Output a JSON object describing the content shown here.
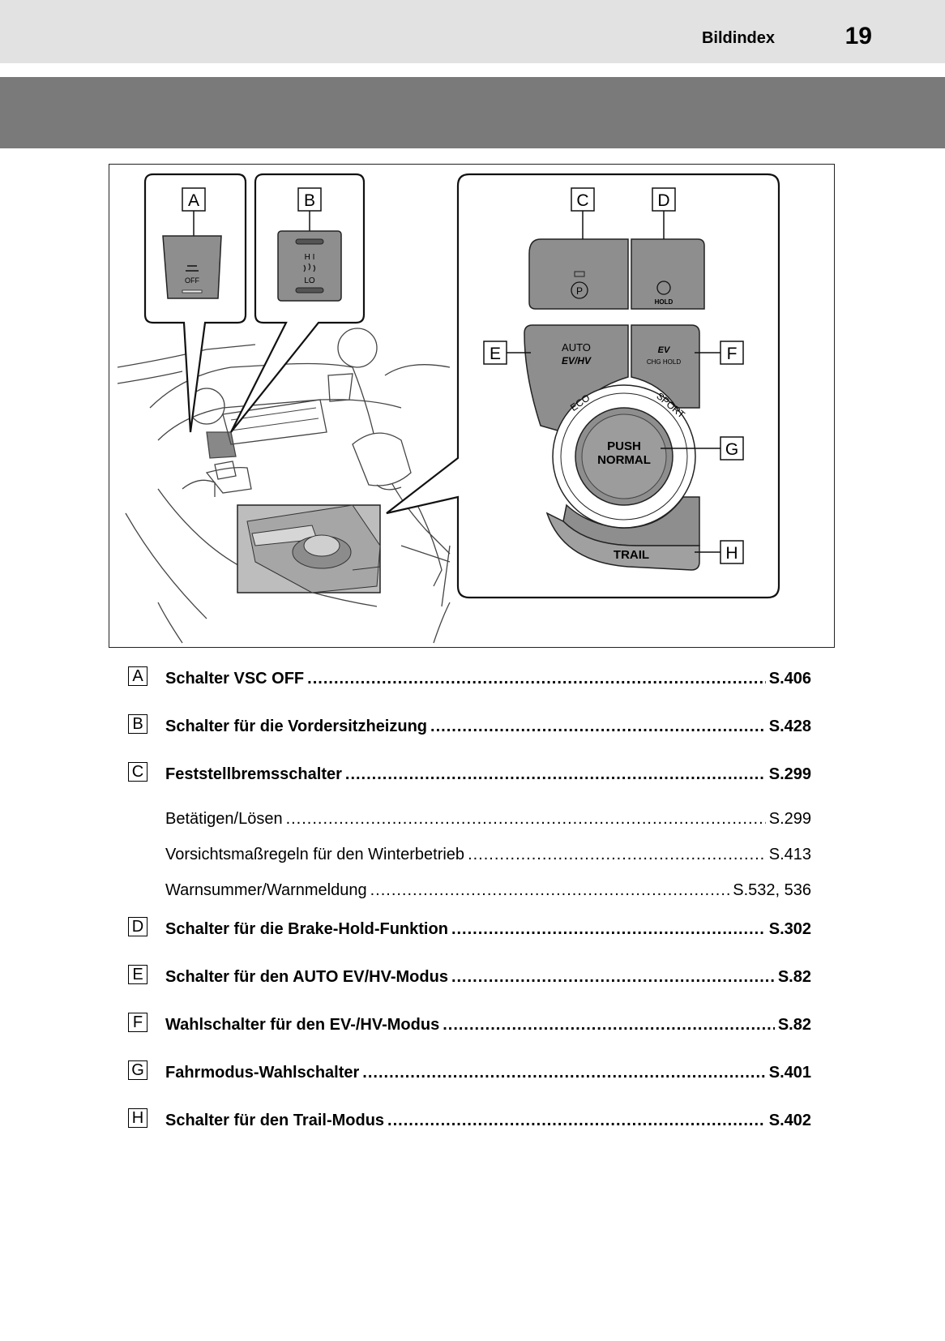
{
  "header": {
    "section_title": "Bildindex",
    "page_number": "19"
  },
  "figure": {
    "callouts": [
      "A",
      "B",
      "C",
      "D",
      "E",
      "F",
      "G",
      "H"
    ],
    "switch_labels": {
      "vsc_off": "OFF",
      "seat_heater_hi": "H I",
      "seat_heater_lo": "LO",
      "hold": "HOLD",
      "auto": "AUTO",
      "ev_hv": "EV/HV",
      "ev": "EV",
      "chg_hold": "CHG HOLD",
      "eco": "ECO",
      "sport": "SPORT",
      "push": "PUSH",
      "normal": "NORMAL",
      "trail": "TRAIL"
    }
  },
  "entries": [
    {
      "letter": "A",
      "label": "Schalter VSC OFF",
      "page": "S.406",
      "level": "main"
    },
    {
      "letter": "B",
      "label": "Schalter für die Vordersitzheizung",
      "page": "S.428",
      "level": "main"
    },
    {
      "letter": "C",
      "label": "Feststellbremsschalter",
      "page": "S.299",
      "level": "main"
    },
    {
      "letter": "",
      "label": "Betätigen/Lösen",
      "page": "S.299",
      "level": "sub"
    },
    {
      "letter": "",
      "label": "Vorsichtsmaßregeln für den Winterbetrieb",
      "page": "S.413",
      "level": "sub"
    },
    {
      "letter": "",
      "label": "Warnsummer/Warnmeldung",
      "page": "S.532, 536",
      "level": "sub"
    },
    {
      "letter": "D",
      "label": "Schalter für die Brake-Hold-Funktion",
      "page": "S.302",
      "level": "main"
    },
    {
      "letter": "E",
      "label": "Schalter für den AUTO EV/HV-Modus",
      "page": "S.82",
      "level": "main"
    },
    {
      "letter": "F",
      "label": "Wahlschalter für den EV-/HV-Modus",
      "page": "S.82",
      "level": "main"
    },
    {
      "letter": "G",
      "label": "Fahrmodus-Wahlschalter",
      "page": "S.401",
      "level": "main"
    },
    {
      "letter": "H",
      "label": "Schalter für den Trail-Modus",
      "page": "S.402",
      "level": "main"
    }
  ]
}
